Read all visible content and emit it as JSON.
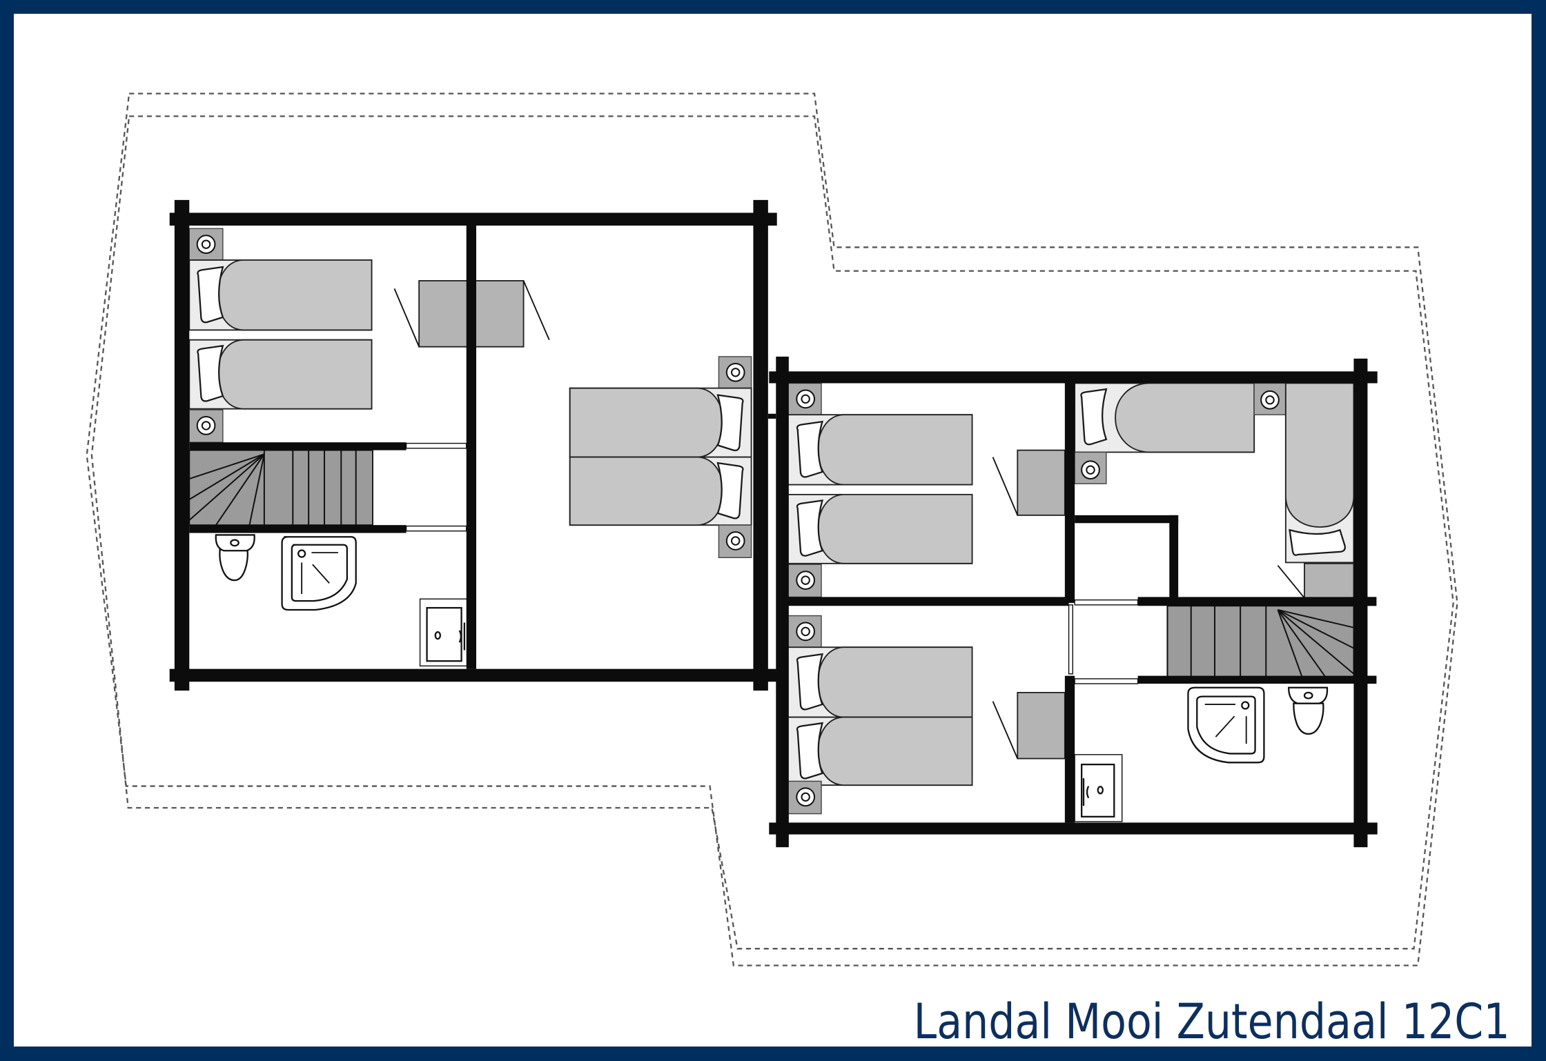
{
  "caption": "Landal Mooi Zutendaal 12C1",
  "colors": {
    "frame_border": "#002f5f",
    "caption_text": "#0d2f5c",
    "wall": "#0c0c0c",
    "bed": "#c6c6c6",
    "nightstand": "#aaaaaa",
    "stairs": "#9b9b9b",
    "desk": "#b4b4b4",
    "roof_outline": "#555555"
  },
  "plan": {
    "type": "floor plan (upper floor)",
    "blocks": [
      {
        "name": "left-block",
        "rooms": [
          {
            "name": "bedroom-twin-1",
            "beds": 2,
            "nightstands": 2
          },
          {
            "name": "bedroom-double-1",
            "beds": 2,
            "nightstands": 2
          },
          {
            "name": "stairwell-left",
            "stairs": true
          },
          {
            "name": "bathroom-left",
            "fixtures": [
              "toilet",
              "shower",
              "sink"
            ]
          }
        ],
        "desks": 1
      },
      {
        "name": "right-block",
        "rooms": [
          {
            "name": "bedroom-twin-2",
            "beds": 2,
            "nightstands": 2
          },
          {
            "name": "bedroom-twin-3",
            "beds": 2,
            "nightstands": 2
          },
          {
            "name": "bedroom-corner",
            "beds": 2,
            "nightstands": 2
          },
          {
            "name": "stairwell-right",
            "stairs": true
          },
          {
            "name": "bathroom-right",
            "fixtures": [
              "toilet",
              "shower",
              "sink"
            ]
          }
        ],
        "desks": 3
      }
    ],
    "roof_outline": "dashed double line"
  }
}
